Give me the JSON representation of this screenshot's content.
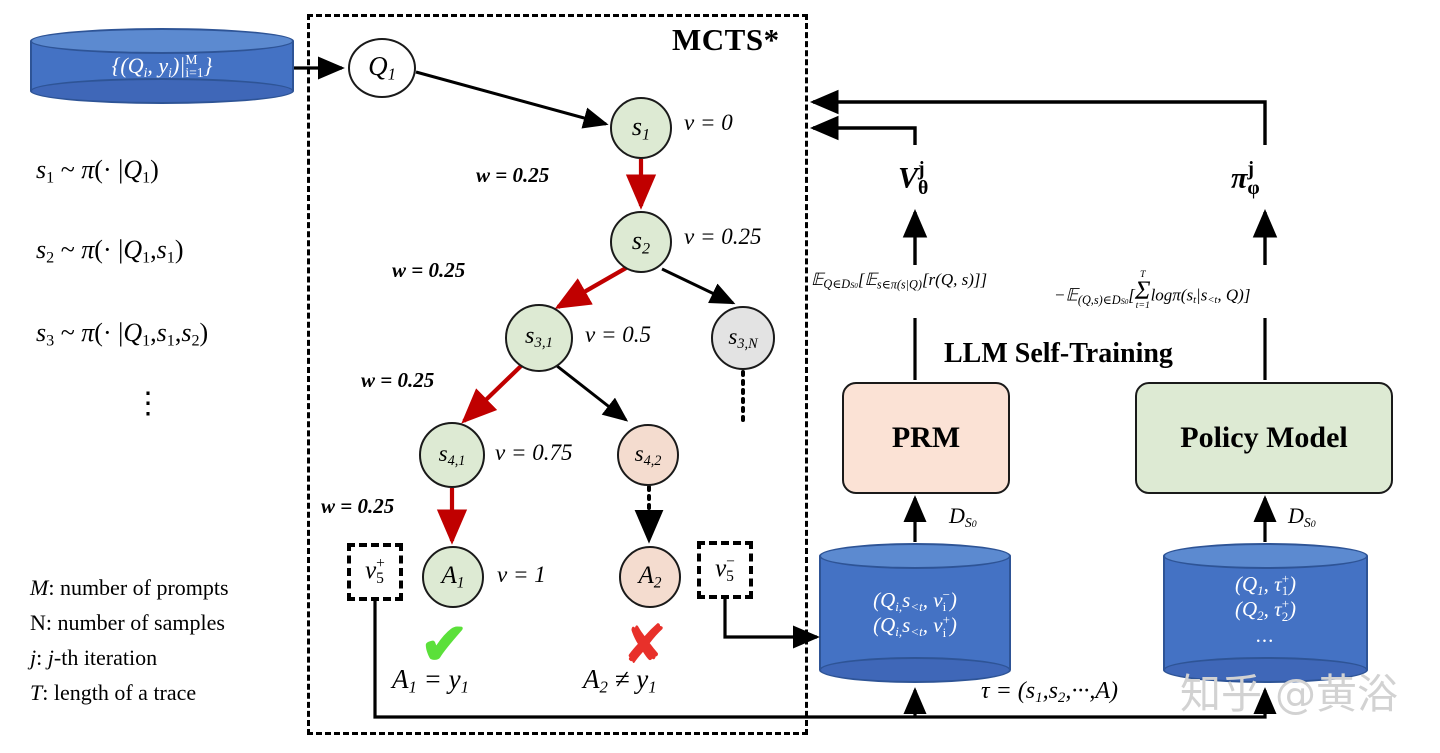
{
  "diagram": {
    "region_title": "MCTS*",
    "self_training_title": "LLM Self-Training",
    "watermark": "知乎 @黄浴"
  },
  "datasets": {
    "prompt_db": "{(Qi, yi)|Mi=1}",
    "prm_db_line1": "(Qi, s<t, vi−)",
    "prm_db_line2": "(Qi, s<t, vi+)",
    "policy_db_line1": "(Q1, τ1+)",
    "policy_db_line2": "(Q2, τ2+)",
    "policy_db_line3": "..."
  },
  "sampling_notes": [
    "s1 ~ π(· |Q1)",
    "s2 ~ π(· |Q1,s1)",
    "s3 ~ π(· |Q1,s1,s2)",
    "⋮"
  ],
  "legend": [
    "M: number of prompts",
    "N: number of samples",
    "j: j-th iteration",
    "T: length of a trace"
  ],
  "tree": {
    "nodes": [
      {
        "id": "Q1",
        "label": "Q1",
        "color": "white",
        "value": null
      },
      {
        "id": "s1",
        "label": "s1",
        "color": "green",
        "value": "v = 0"
      },
      {
        "id": "s2",
        "label": "s2",
        "color": "green",
        "value": "v = 0.25"
      },
      {
        "id": "s31",
        "label": "s3,1",
        "color": "green",
        "value": "v = 0.5"
      },
      {
        "id": "s3N",
        "label": "s3,N",
        "color": "gray",
        "value": null
      },
      {
        "id": "s41",
        "label": "s4,1",
        "color": "green",
        "value": "v = 0.75"
      },
      {
        "id": "s42",
        "label": "s4,2",
        "color": "peach",
        "value": null
      },
      {
        "id": "A1",
        "label": "A1",
        "color": "green",
        "value": "v = 1"
      },
      {
        "id": "A2",
        "label": "A2",
        "color": "peach",
        "value": null
      }
    ],
    "edge_weights": [
      "w = 0.25",
      "w = 0.25",
      "w = 0.25",
      "w = 0.25"
    ],
    "value_badges": {
      "positive": "v5+",
      "negative": "v5−"
    },
    "outcomes": {
      "correct_mark": "✔",
      "incorrect_mark": "✘",
      "correct_text": "A1 = y1",
      "incorrect_text": "A2 ≠ y1"
    }
  },
  "models": {
    "prm_label": "PRM",
    "policy_label": "Policy Model",
    "value_head": "Vθj",
    "policy_head": "πφj",
    "prm_dataset_label": "DS0",
    "policy_dataset_label": "DS0",
    "trace_label": "τ = (s1,s2,···,A)"
  },
  "objectives": {
    "value_objective": "E Q∈DS0 [ E s∈π(s|Q) [ r(Q, s) ] ]",
    "policy_objective": "−E (Q,s)∈DS0 [ Σ t=1..T log π(st|s<t, Q) ]"
  },
  "colors": {
    "db_blue": "#4472C4",
    "node_green": "#DDEAD3",
    "node_peach": "#F4DCCF",
    "node_gray": "#E3E3E3",
    "prm_box": "#FBE2D5",
    "policy_box": "#DDEAD3",
    "best_path_red": "#C00000",
    "check_green": "#5BE03A",
    "cross_red": "#E8302A"
  }
}
